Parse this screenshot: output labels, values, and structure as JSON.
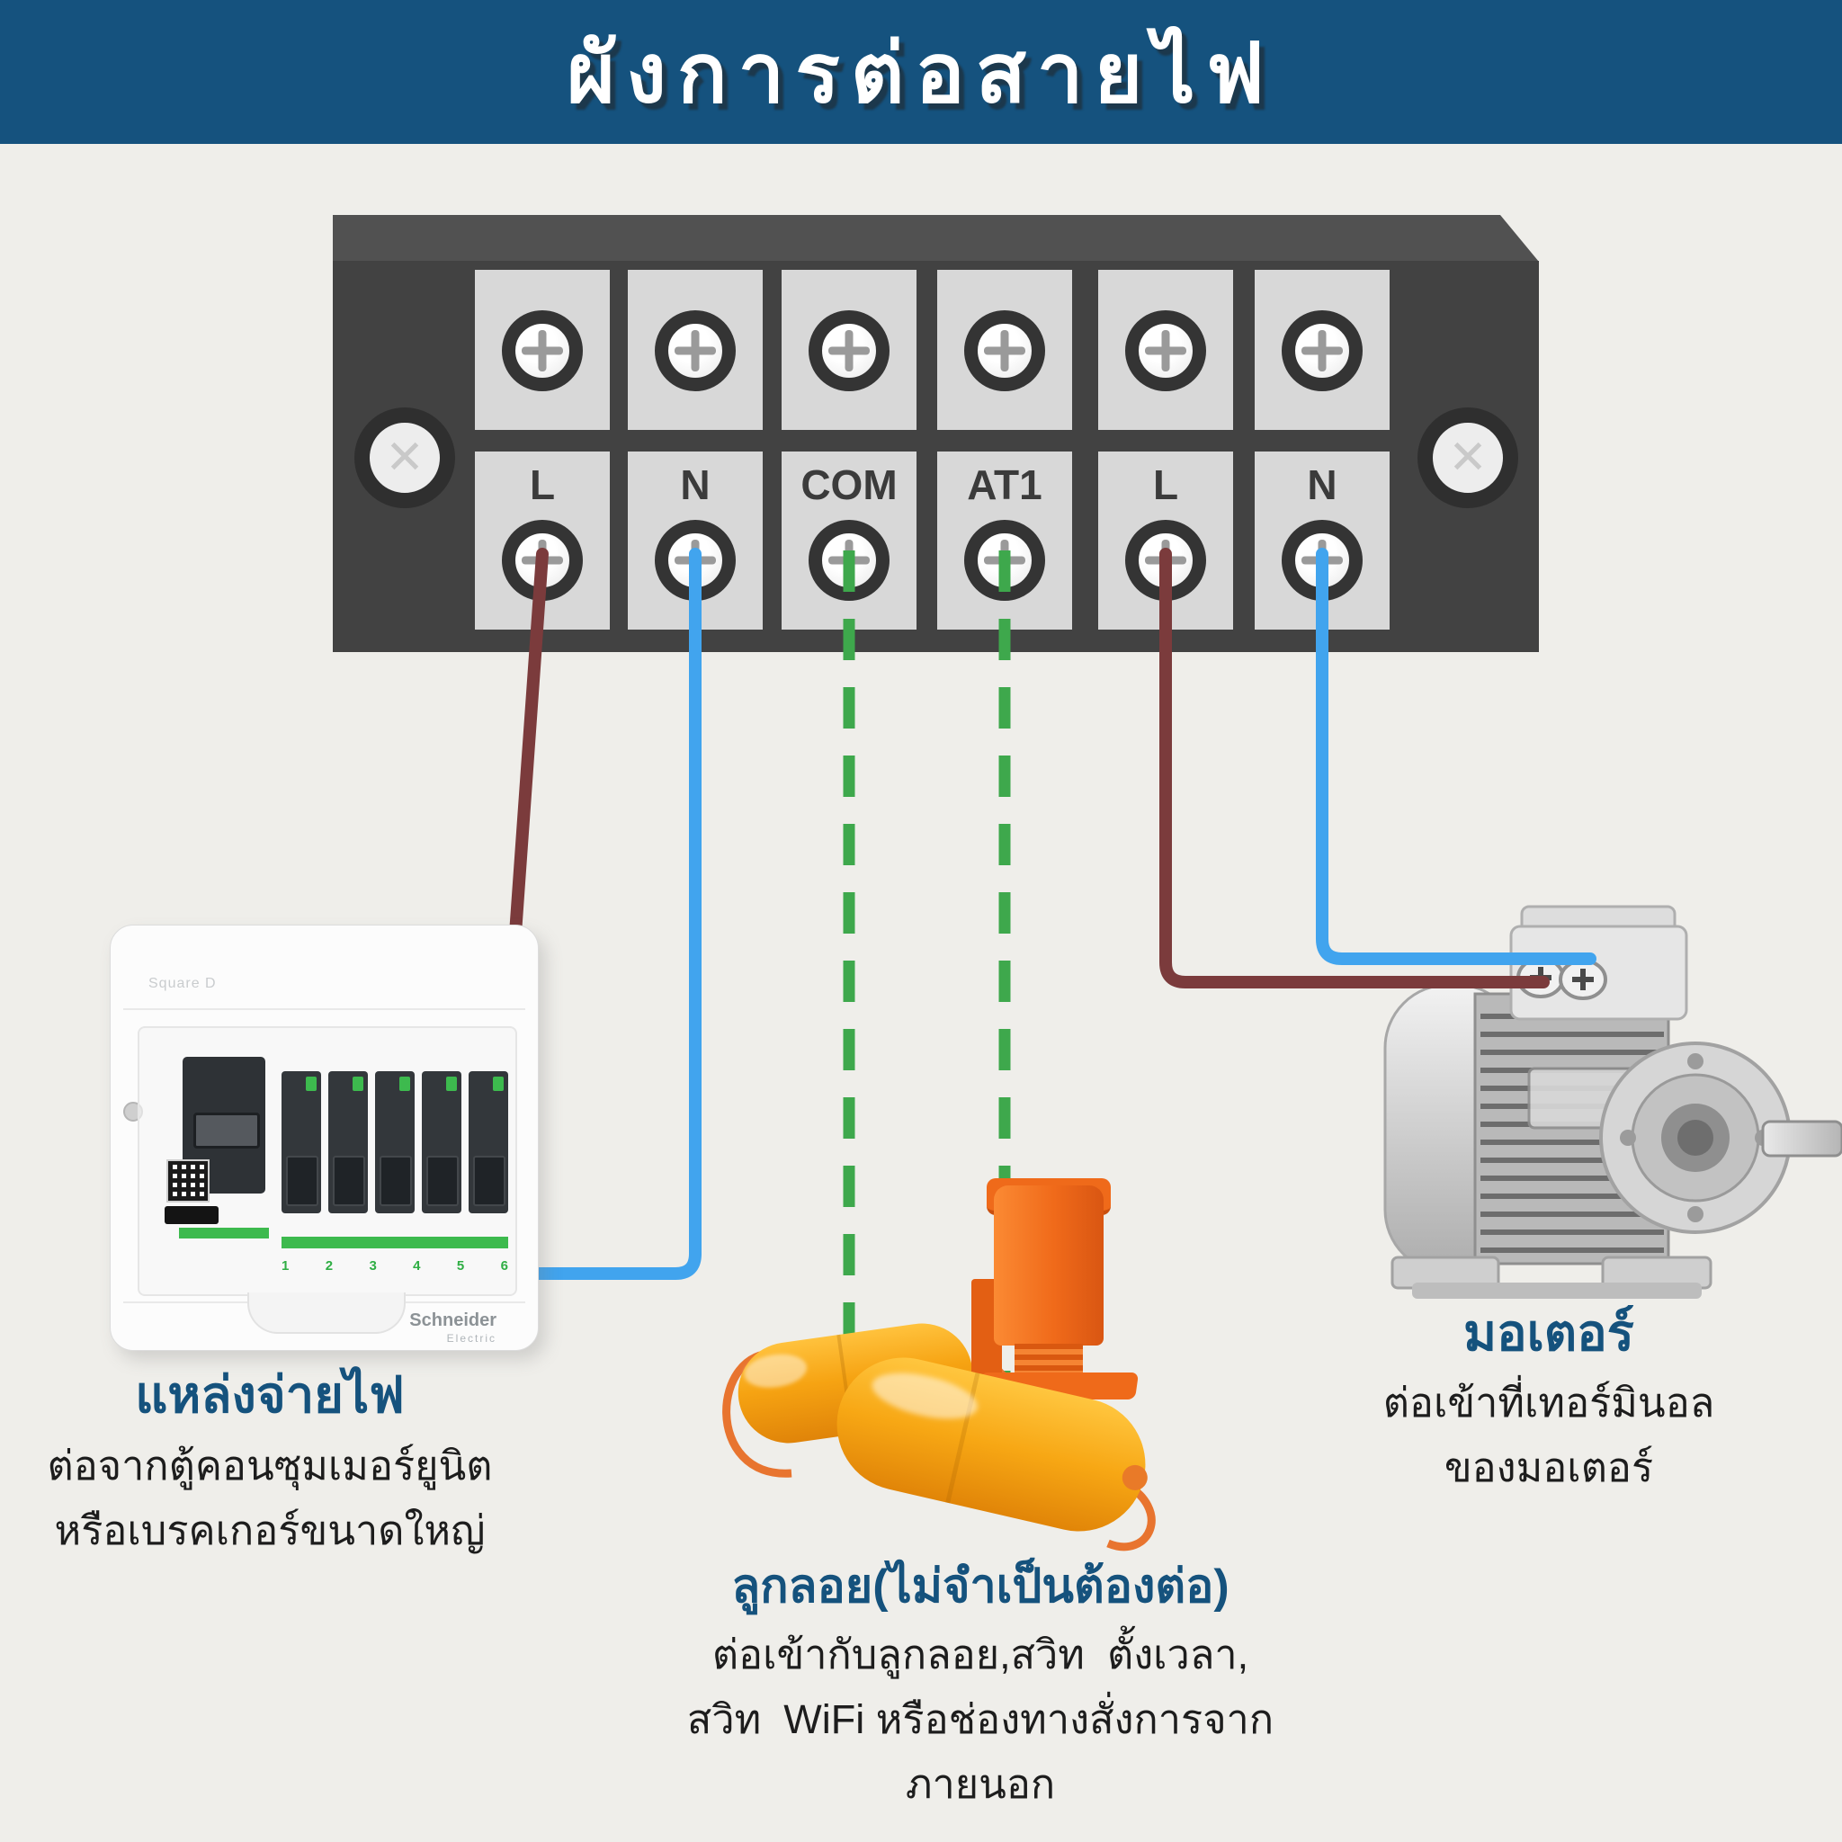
{
  "header": {
    "title": "ผังการต่อสายไฟ"
  },
  "terminal_block": {
    "labels": [
      "L",
      "N",
      "COM",
      "AT1",
      "L",
      "N"
    ]
  },
  "wires": [
    {
      "from_terminal": "L",
      "color_name": "maroon",
      "hex": "#7B3B3C",
      "style": "solid",
      "to": "แหล่งจ่ายไฟ"
    },
    {
      "from_terminal": "N",
      "color_name": "blue",
      "hex": "#41A4EE",
      "style": "solid",
      "to": "แหล่งจ่ายไฟ"
    },
    {
      "from_terminal": "COM",
      "color_name": "green",
      "hex": "#3EA84C",
      "style": "dashed",
      "to": "ลูกลอย"
    },
    {
      "from_terminal": "AT1",
      "color_name": "green",
      "hex": "#3EA84C",
      "style": "dashed",
      "to": "ลูกลอย"
    },
    {
      "from_terminal": "L",
      "color_name": "maroon",
      "hex": "#7B3B3C",
      "style": "solid",
      "to": "มอเตอร์"
    },
    {
      "from_terminal": "N",
      "color_name": "blue",
      "hex": "#41A4EE",
      "style": "solid",
      "to": "มอเตอร์"
    }
  ],
  "sections": {
    "power_source": {
      "heading": "แหล่งจ่ายไฟ",
      "lines": [
        "ต่อจากตู้คอนซุมเมอร์ยูนิต",
        "หรือเบรคเกอร์ขนาดใหญ่"
      ]
    },
    "float_switch": {
      "heading": "ลูกลอย(ไม่จำเป็นต้องต่อ)",
      "lines": [
        "ต่อเข้ากับลูกลอย,สวิท  ตั้งเวลา,",
        "สวิท  WiFi หรือช่องทางสั่งการจาก",
        "ภายนอก"
      ]
    },
    "motor": {
      "heading": "มอเตอร์",
      "lines": [
        "ต่อเข้าที่เทอร์มินอล",
        "ของมอเตอร์"
      ]
    }
  },
  "breaker_box": {
    "brand_top": "Square D",
    "brand_bottom": "Schneider",
    "brand_bottom_sub": "Electric",
    "slots": [
      "1",
      "2",
      "3",
      "4",
      "5",
      "6"
    ]
  },
  "colors": {
    "header_bg": "#15527E",
    "heading_text": "#15527D",
    "body_text": "#1D1D1D",
    "background": "#EFEEEA",
    "terminal_body": "#424242",
    "terminal_cell": "#D8D8D8",
    "wire_live": "#7B3B3C",
    "wire_neutral": "#41A4EE",
    "wire_signal": "#3EA84C",
    "float_yellow": "#F6A312",
    "float_orange": "#EF6A1A",
    "breaker_green": "#3DBA4E"
  }
}
